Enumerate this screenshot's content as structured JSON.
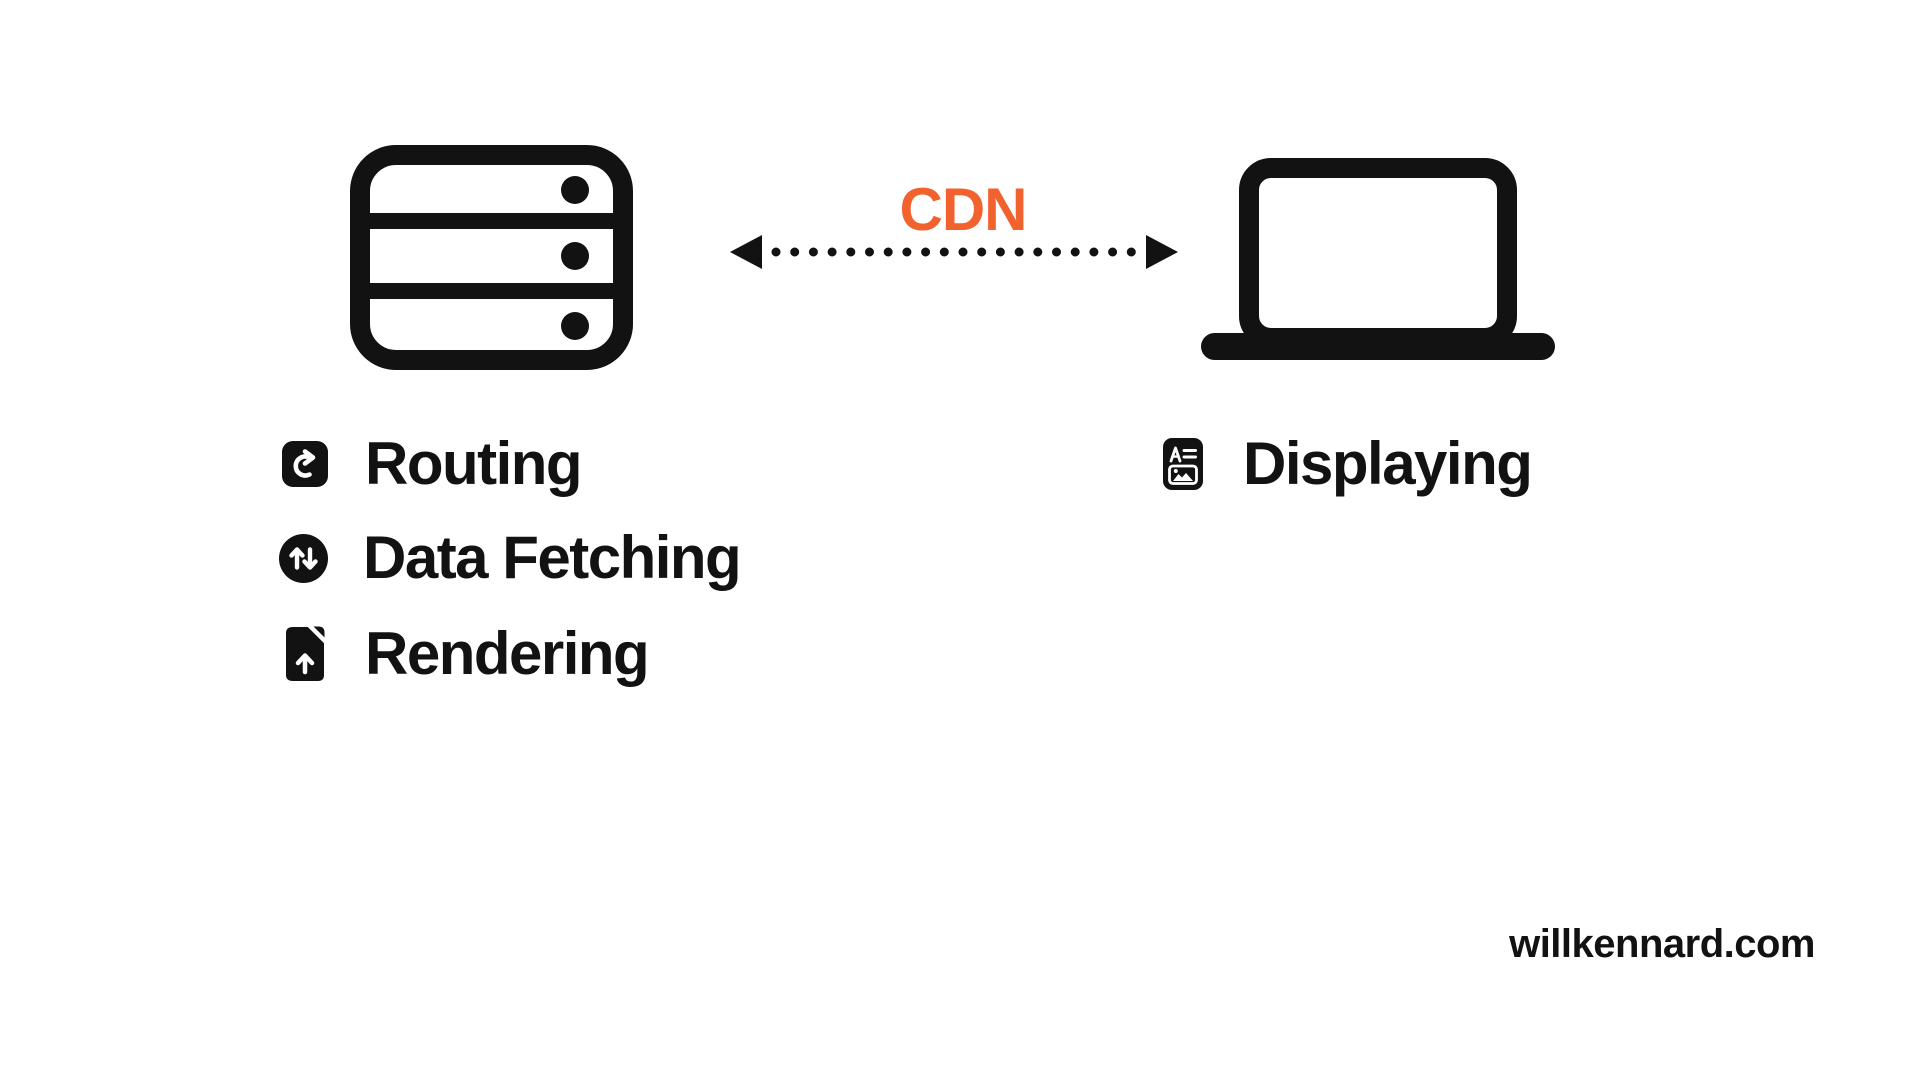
{
  "page": {
    "background_color": "#FFFFFF",
    "text_color": "#121212",
    "accent_color": "#F2622E"
  },
  "diagram": {
    "server": {
      "icon": "server-rack-icon",
      "features": [
        {
          "icon": "redo-arrow-icon",
          "label": "Routing"
        },
        {
          "icon": "up-down-arrows-icon",
          "label": "Data Fetching"
        },
        {
          "icon": "file-upload-icon",
          "label": "Rendering"
        }
      ]
    },
    "connection": {
      "label": "CDN",
      "style": "dotted-double-headed-arrow"
    },
    "client": {
      "icon": "laptop-icon",
      "features": [
        {
          "icon": "media-text-icon",
          "label": "Displaying"
        }
      ]
    }
  },
  "footer": {
    "watermark": "willkennard.com"
  }
}
